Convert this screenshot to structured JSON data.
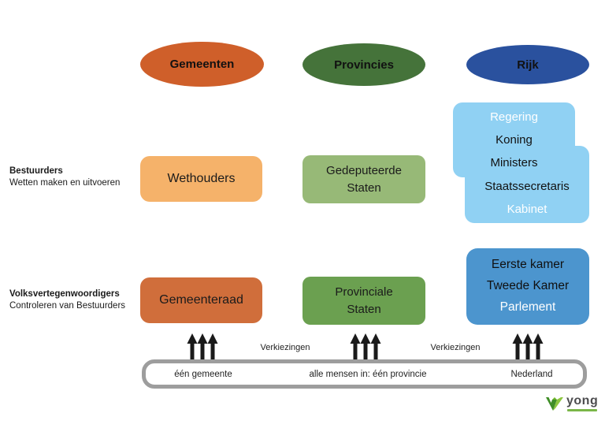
{
  "palette": {
    "gemeenten_ellipse": "#CF5F2A",
    "provincies_ellipse": "#45733A",
    "rijk_ellipse": "#2A519E",
    "wethouders_box": "#F5B26A",
    "gedeputeerde_box": "#97B977",
    "rijk_light_blue_box": "#90D1F3",
    "gemeenteraad_box": "#D06E3B",
    "provinciale_box": "#6BA050",
    "parlement_box": "#4C95CE",
    "base_bar_border": "#9D9D9D",
    "arrow_color": "#1A1A1A",
    "logo_green": "#6FB62C"
  },
  "columns": {
    "gemeenten": "Gemeenten",
    "provincies": "Provincies",
    "rijk": "Rijk"
  },
  "left_labels": {
    "bestuurders_title": "Bestuurders",
    "bestuurders_subtitle": "Wetten maken en uitvoeren",
    "volks_title": "Volksvertegenwoordigers",
    "volks_subtitle": "Controleren van Bestuurders"
  },
  "bestuurders_row": {
    "wethouders": "Wethouders",
    "gedeputeerde_line1": "Gedeputeerde",
    "gedeputeerde_line2": "Staten",
    "rijk_items": [
      {
        "label": "Regering",
        "color": "white"
      },
      {
        "label": "Koning",
        "color": "black"
      },
      {
        "label": "Ministers",
        "color": "black"
      },
      {
        "label": "Staatssecretaris",
        "color": "black"
      },
      {
        "label": "Kabinet",
        "color": "white"
      }
    ]
  },
  "volks_row": {
    "gemeenteraad": "Gemeenteraad",
    "provinciale_line1": "Provinciale",
    "provinciale_line2": "Staten",
    "rijk_items": [
      {
        "label": "Eerste kamer",
        "color": "black"
      },
      {
        "label": "Tweede Kamer",
        "color": "black"
      },
      {
        "label": "Parlement",
        "color": "white"
      }
    ]
  },
  "elections": {
    "label_left": "Verkiezingen",
    "label_right": "Verkiezingen"
  },
  "base_bar": {
    "gemeente": "één gemeente",
    "provincie": "alle mensen in: één provincie",
    "nederland": "Nederland"
  },
  "logo": {
    "name": "yong"
  }
}
